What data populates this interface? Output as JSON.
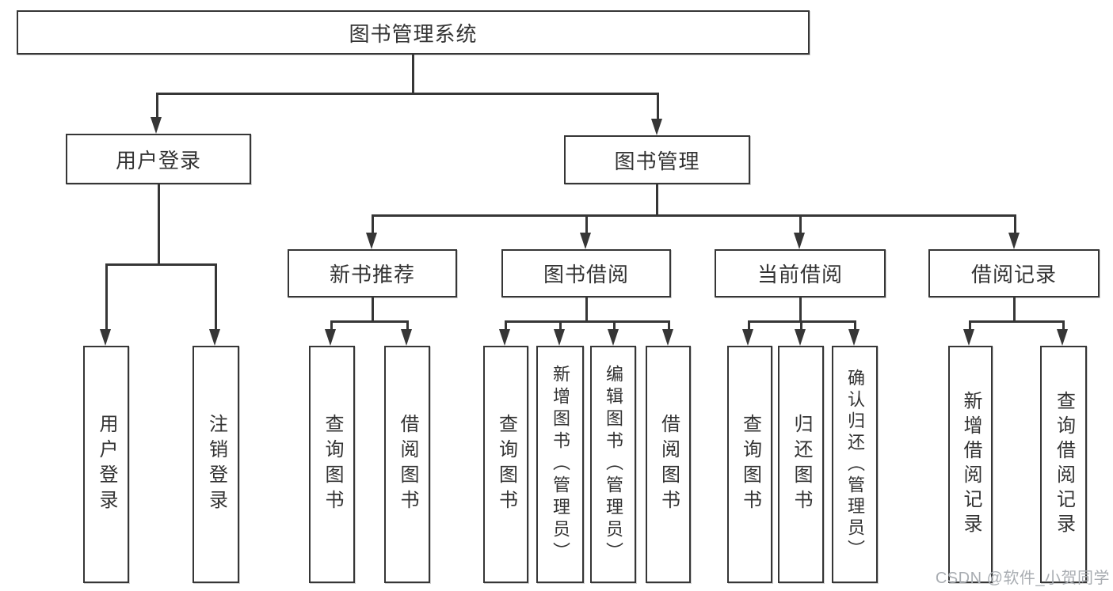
{
  "diagram": {
    "type": "tree",
    "title": "图书管理系统"
  },
  "nodes": {
    "root": "图书管理系统",
    "level2": {
      "user_login": "用户登录",
      "book_management": "图书管理"
    },
    "level3": {
      "new_book_recommend": "新书推荐",
      "book_borrow": "图书借阅",
      "current_borrow": "当前借阅",
      "borrow_record": "借阅记录"
    },
    "leaves": {
      "user_login": "用户登录",
      "logout": "注销登录",
      "recommend_query_book": "查询图书",
      "recommend_borrow_book": "借阅图书",
      "borrow_query_book": "查询图书",
      "borrow_add_book": "新增图书（管理员）",
      "borrow_edit_book": "编辑图书（管理员）",
      "borrow_borrow_book": "借阅图书",
      "current_query_book": "查询图书",
      "current_return_book": "归还图书",
      "current_confirm_return": "确认归还（管理员）",
      "record_add_record": "新增借阅记录",
      "record_query_record": "查询借阅记录"
    },
    "watermark": "CSDN @软件_小贺同学"
  },
  "colors": {
    "line": "#363636",
    "text": "#333333",
    "watermark": "#a9adb2",
    "background": "#ffffff"
  }
}
